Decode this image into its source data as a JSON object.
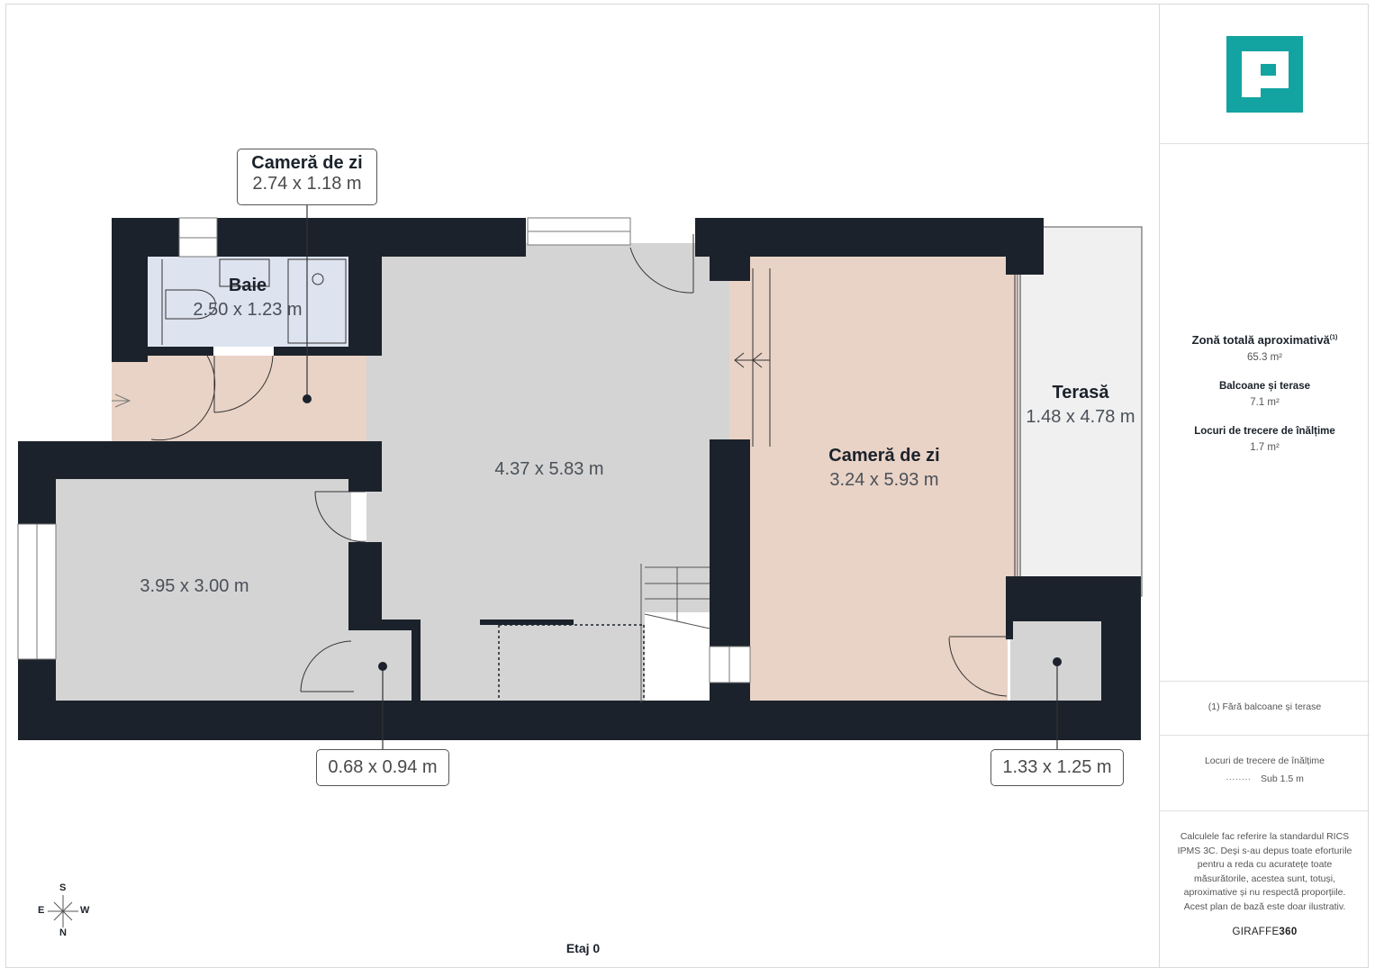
{
  "floor_plan": {
    "floor_name": "Etaj 0",
    "rooms": [
      {
        "name": "Cameră de zi",
        "dims": "2.74 x 1.18 m",
        "style": "callout-top"
      },
      {
        "name": "Baie",
        "dims": "2.50 x 1.23 m"
      },
      {
        "name": "",
        "dims": "4.37 x 5.83 m"
      },
      {
        "name": "",
        "dims": "3.95 x 3.00 m"
      },
      {
        "name": "Cameră de zi",
        "dims": "3.24 x 5.93 m"
      },
      {
        "name": "Terasă",
        "dims": "1.48 x 4.78 m"
      },
      {
        "name": "",
        "dims": "0.68 x 0.94 m",
        "style": "callout-bottom"
      },
      {
        "name": "",
        "dims": "1.33 x 1.25 m",
        "style": "callout-bottom"
      }
    ],
    "compass": {
      "top": "S",
      "left": "E",
      "right": "W",
      "bottom": "N"
    },
    "colors": {
      "wall": "#1b222b",
      "living": "#e9d3c6",
      "bath": "#dde3ef",
      "generic": "#d4d4d4",
      "terrace": "#f0f0f0"
    }
  },
  "sidebar": {
    "logo": {
      "icon": "giraffe360-logo-icon",
      "color": "#13a3a1"
    },
    "total_area_title": "Zonă totală aproximativă",
    "total_area_footnote": "(1)",
    "total_area_value": "65.3 m²",
    "balconies_title": "Balcoane și terase",
    "balconies_value": "7.1 m²",
    "height_title": "Locuri de trecere de înălțime",
    "height_value": "1.7 m²",
    "footnote": "(1) Fără balcoane și terase",
    "legend_title": "Locuri de trecere de înălțime",
    "legend_item": "Sub 1.5 m",
    "disclaimer": "Calculele fac referire la standardul RICS IPMS 3C. Deși s-au depus toate eforturile pentru a reda cu acuratețe toate măsurătorile, acestea sunt, totuși, aproximative și nu respectă proporțiile. Acest plan de bază este doar ilustrativ.",
    "brand_prefix": "GIRAFFE",
    "brand_suffix": "360"
  }
}
